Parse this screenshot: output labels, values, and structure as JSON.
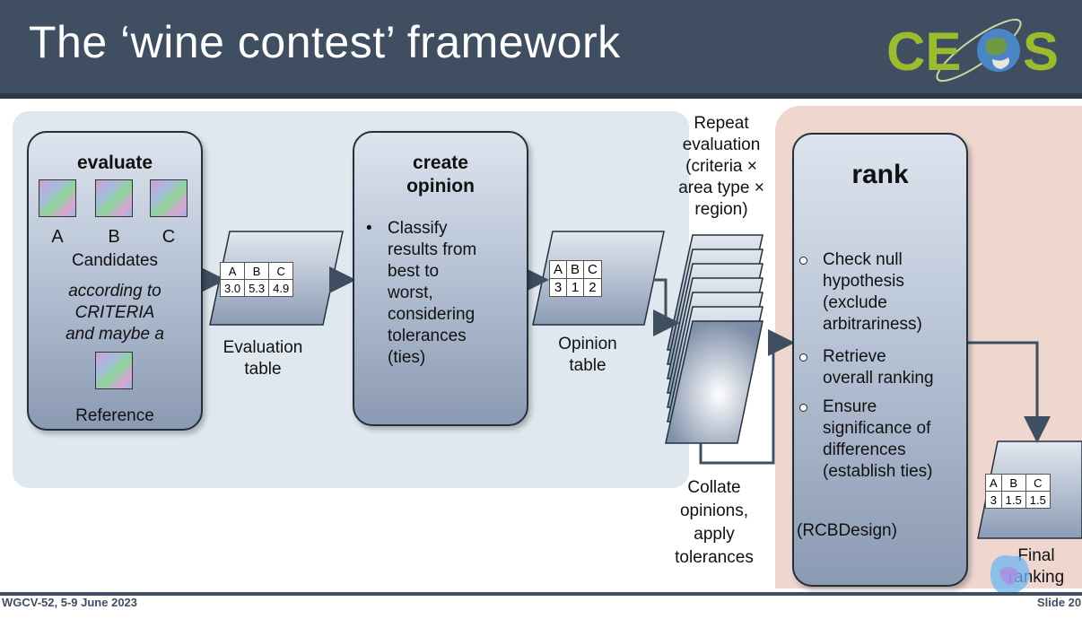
{
  "header": {
    "title": "The ‘wine contest’ framework",
    "logo_text": "CEOS"
  },
  "evaluate_box": {
    "title": "evaluate",
    "candidates": [
      "A",
      "B",
      "C"
    ],
    "candidates_label": "Candidates",
    "criteria_text": [
      "according to",
      "CRITERIA",
      "and maybe a"
    ],
    "reference_label": "Reference"
  },
  "evaluation_table": {
    "headers": [
      "A",
      "B",
      "C"
    ],
    "values": [
      "3.0",
      "5.3",
      "4.9"
    ],
    "label": [
      "Evaluation",
      "table"
    ]
  },
  "opinion_box": {
    "title": [
      "create",
      "opinion"
    ],
    "bullet": "•",
    "text": [
      "Classify",
      "results from",
      "best to",
      "worst,",
      "considering",
      "tolerances",
      "(ties)"
    ]
  },
  "opinion_table": {
    "headers": [
      "A",
      "B",
      "C"
    ],
    "values": [
      "3",
      "1",
      "2"
    ],
    "label": [
      "Opinion",
      "table"
    ]
  },
  "repeat_text": [
    "Repeat",
    "evaluation",
    "(criteria ×",
    "area type ×",
    "region)"
  ],
  "collate_text": [
    "Collate",
    "opinions,",
    "apply",
    "tolerances"
  ],
  "rank_box": {
    "title": "rank",
    "items": [
      [
        "Check null",
        "hypothesis",
        "(exclude",
        "arbitrariness)"
      ],
      [
        "Retrieve",
        "overall ranking"
      ],
      [
        "Ensure",
        "significance of",
        "differences",
        "(establish ties)"
      ]
    ],
    "footnote": "(RCBDesign)"
  },
  "final_table": {
    "headers": [
      "A",
      "B",
      "C"
    ],
    "values": [
      "3",
      "1.5",
      "1.5"
    ],
    "label": [
      "Final",
      "ranking"
    ]
  },
  "footer": {
    "left": "WGCV-52, 5-9 June 2023",
    "right": "Slide 20"
  },
  "colors": {
    "header_bg": "#3f4f61",
    "left_panel": "#dfe8ee",
    "right_panel": "#efd7cf",
    "logo_green": "#9dbb2e"
  }
}
